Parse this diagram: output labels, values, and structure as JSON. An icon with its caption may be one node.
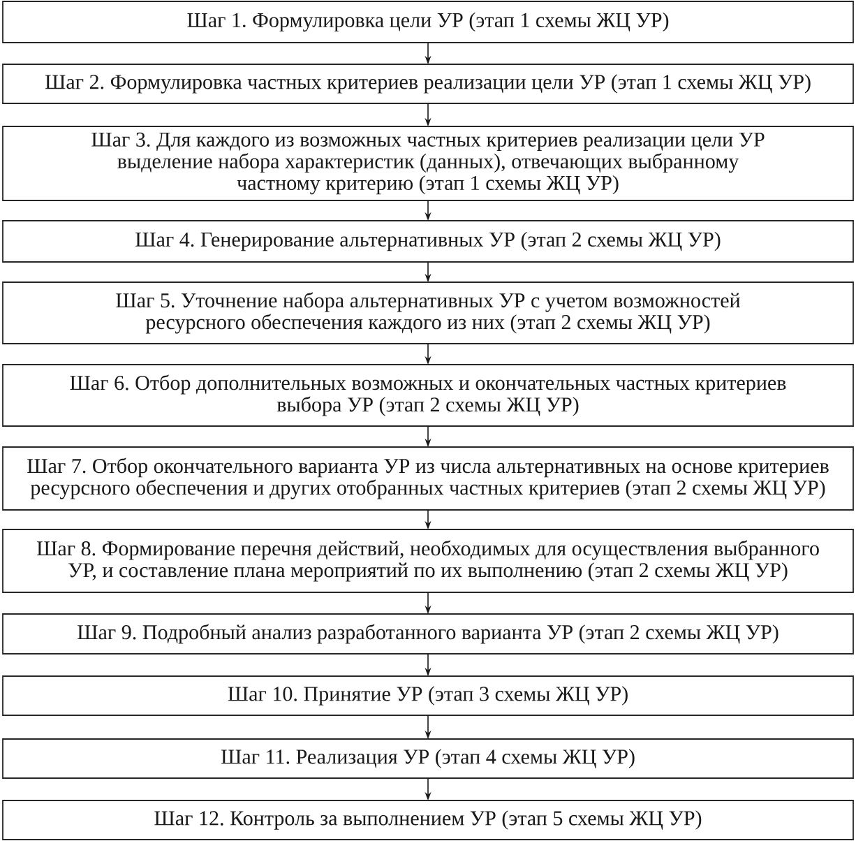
{
  "diagram": {
    "nodes": [
      {
        "text": [
          "Шаг 1. Формулировка цели УР (этап 1 схемы ЖЦ УР)"
        ]
      },
      {
        "text": [
          "Шаг 2. Формулировка частных критериев реализации цели УР (этап 1 схемы ЖЦ УР)"
        ]
      },
      {
        "text": [
          "Шаг 3. Для каждого из возможных частных критериев реализации цели УР выделение набора характеристик (данных), отвечающих выбранному частному критерию (этап 1 схемы ЖЦ УР)"
        ]
      },
      {
        "text": [
          "Шаг 4. Генерирование альтернативных УР (этап 2 схемы ЖЦ УР)"
        ]
      },
      {
        "text": [
          "Шаг 5. Уточнение набора альтернативных УР с учетом возможностей ресурсного обеспечения каждого из них (этап 2 схемы ЖЦ УР)"
        ]
      },
      {
        "text": [
          "Шаг 6. Отбор дополнительных возможных и окончательных частных критериев выбора УР (этап 2 схемы ЖЦ УР)"
        ]
      },
      {
        "text": [
          "Шаг 7. Отбор окончательного варианта УР из числа альтернативных на основе критериев ресурсного обеспечения и других отобранных частных критериев (этап 2 схемы ЖЦ УР)"
        ]
      },
      {
        "text": [
          "Шаг 8. Формирование перечня действий, необходимых для осуществления выбранного УР, и составление плана мероприятий по их выполнению (этап 2 схемы ЖЦ УР)"
        ]
      },
      {
        "text": [
          "Шаг 9. Подробный анализ разработанного варианта УР (этап 2 схемы ЖЦ УР)"
        ]
      },
      {
        "text": [
          "Шаг 10. Принятие УР (этап 3 схемы ЖЦ УР)"
        ]
      },
      {
        "text": [
          "Шаг 11. Реализация УР (этап 4 схемы ЖЦ УР)"
        ]
      },
      {
        "text": [
          "Шаг 12. Контроль за выполнением УР (этап 5 схемы ЖЦ УР)"
        ]
      }
    ],
    "edges": [
      {
        "from": 0,
        "to": 1,
        "arrow": "to"
      },
      {
        "from": 1,
        "to": 2,
        "arrow": "to"
      },
      {
        "from": 2,
        "to": 3,
        "arrow": "to"
      },
      {
        "from": 3,
        "to": 4,
        "arrow": "to"
      },
      {
        "from": 4,
        "to": 5,
        "arrow": "to"
      },
      {
        "from": 5,
        "to": 6,
        "arrow": "to"
      },
      {
        "from": 6,
        "to": 7,
        "arrow": "to"
      },
      {
        "from": 7,
        "to": 8,
        "arrow": "to"
      },
      {
        "from": 8,
        "to": 9,
        "arrow": "to"
      },
      {
        "from": 9,
        "to": 10,
        "arrow": "to"
      },
      {
        "from": 10,
        "to": 11,
        "arrow": "to"
      }
    ]
  }
}
